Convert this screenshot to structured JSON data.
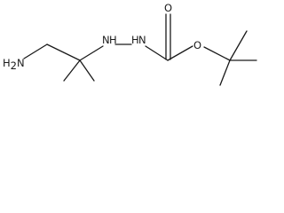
{
  "molecule": {
    "atoms": {
      "amine_n": "N",
      "amine_h": "H",
      "amine_h_count": "2",
      "hydrazine_n1": "N",
      "hydrazine_h1": "H",
      "hydrazine_n2": "N",
      "hydrazine_h2": "H",
      "carbonyl_o": "O",
      "ester_o": "O"
    }
  }
}
